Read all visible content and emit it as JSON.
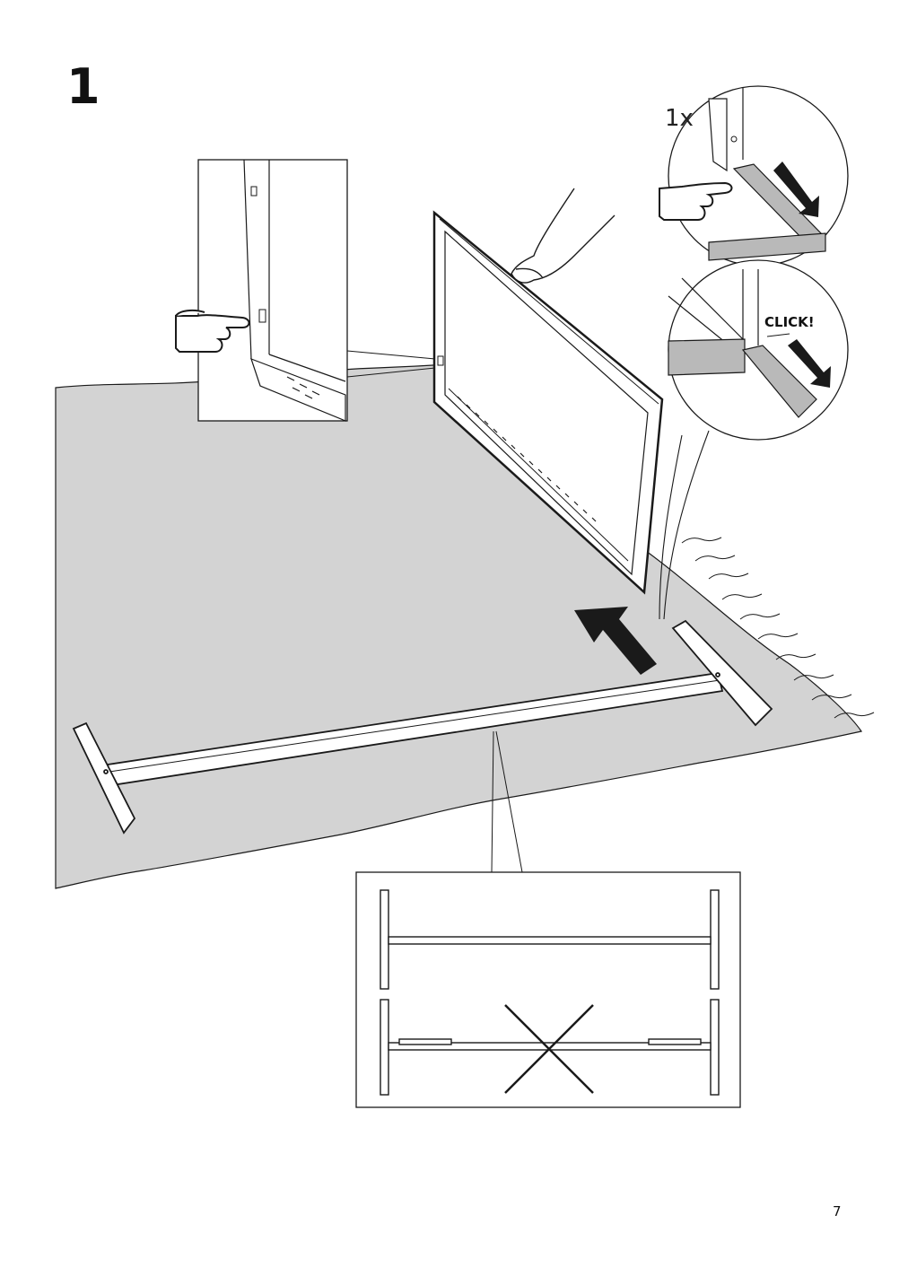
{
  "step": {
    "number": "1"
  },
  "detail_top_right": {
    "quantity": "1x",
    "sound_label": "CLICK!"
  },
  "footer": {
    "page_number": "7"
  },
  "colors": {
    "floor": "#d3d3d3",
    "ink": "#1a1a1a",
    "background": "#ffffff"
  },
  "icons": [
    "pointing-hand-icon",
    "push-arrow-icon",
    "wrong-cross-icon"
  ]
}
